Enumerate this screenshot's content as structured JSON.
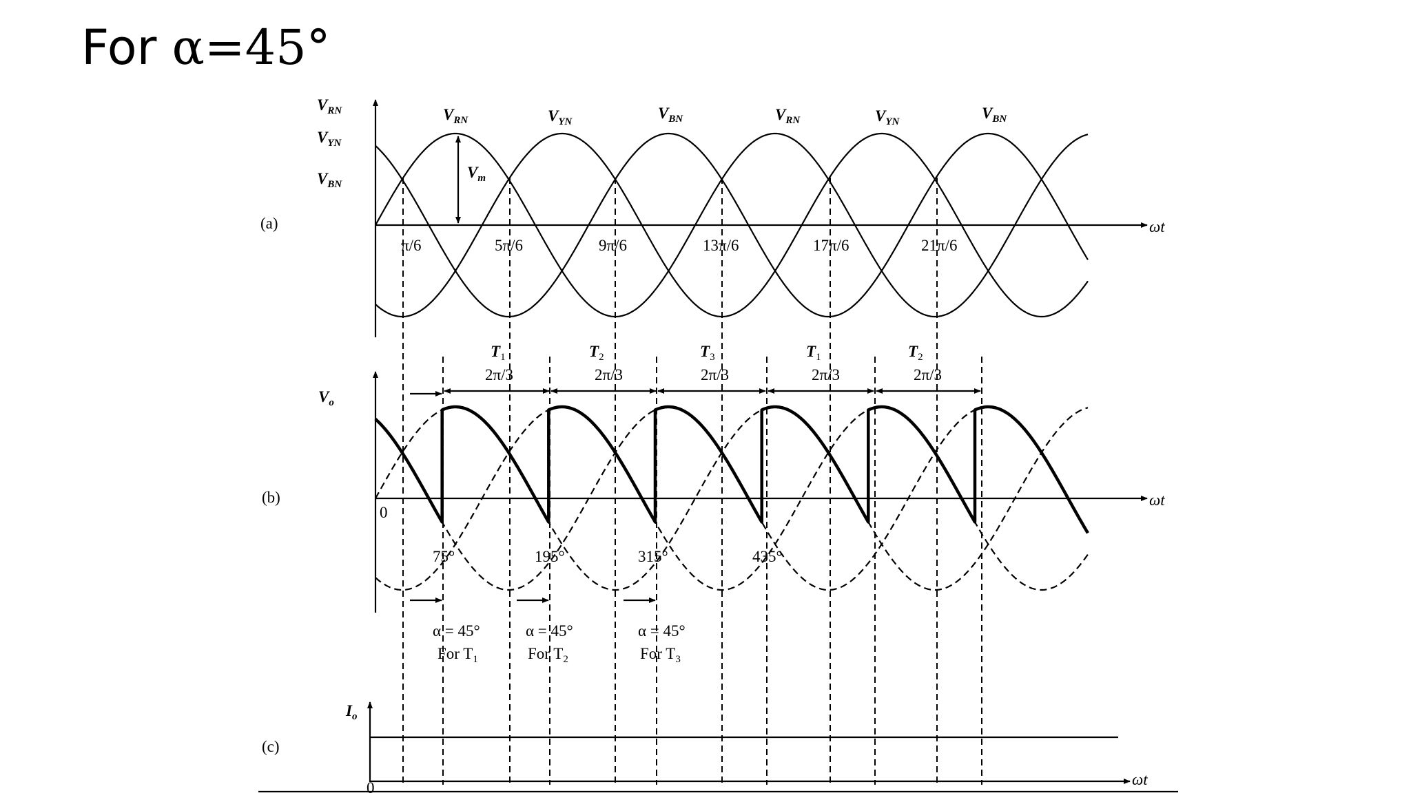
{
  "slide": {
    "title_prefix": "For ",
    "title_alpha": "α",
    "title_suffix": "=45°"
  },
  "figure": {
    "panel_labels": [
      "(a)",
      "(b)",
      "(c)"
    ],
    "axis_label_omega_t": "ωt",
    "a": {
      "y_labels": [
        "V",
        "RN",
        "V",
        "YN",
        "V",
        "BN"
      ],
      "curve_labels": [
        {
          "main": "V",
          "sub": "RN"
        },
        {
          "main": "V",
          "sub": "YN"
        },
        {
          "main": "V",
          "sub": "BN"
        },
        {
          "main": "V",
          "sub": "RN"
        },
        {
          "main": "V",
          "sub": "YN"
        },
        {
          "main": "V",
          "sub": "BN"
        }
      ],
      "vm_label": "V",
      "vm_sub": "m",
      "x_ticks": [
        "π/6",
        "5π/6",
        "9π/6",
        "13π/6",
        "17π/6",
        "21π/6"
      ]
    },
    "b": {
      "y_label": "V",
      "y_sub": "o",
      "origin": "0",
      "thyristors": [
        {
          "name": "T",
          "sub": "1",
          "span": "2π/3"
        },
        {
          "name": "T",
          "sub": "2",
          "span": "2π/3"
        },
        {
          "name": "T",
          "sub": "3",
          "span": "2π/3"
        },
        {
          "name": "T",
          "sub": "1",
          "span": "2π/3"
        },
        {
          "name": "T",
          "sub": "2",
          "span": "2π/3"
        }
      ],
      "angles": [
        "75°",
        "195°",
        "315°",
        "435°"
      ],
      "alpha_notes": [
        {
          "alpha": "α = 45°",
          "for": "For T",
          "sub": "1"
        },
        {
          "alpha": "α = 45°",
          "for": "For T",
          "sub": "2"
        },
        {
          "alpha": "α = 45°",
          "for": "For T",
          "sub": "3"
        }
      ]
    },
    "c": {
      "y_label": "I",
      "y_sub": "o",
      "origin": "0"
    }
  }
}
